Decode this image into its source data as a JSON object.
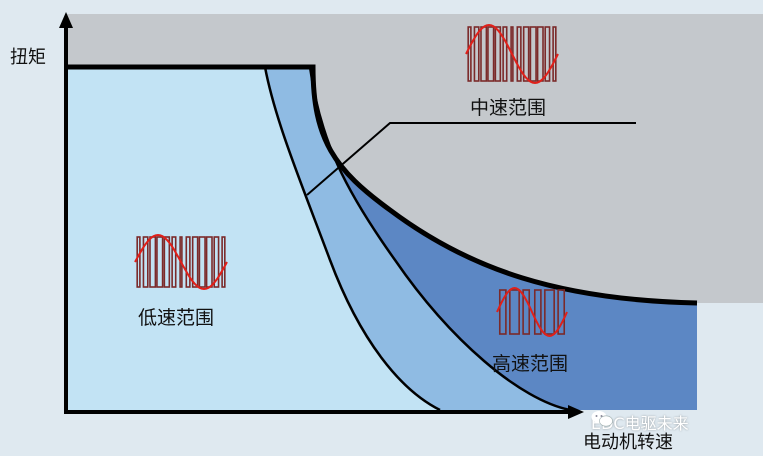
{
  "axes": {
    "y_label": "扭矩",
    "x_label": "电动机转速"
  },
  "regions": {
    "low": {
      "label": "低速范围"
    },
    "mid": {
      "label": "中速范围"
    },
    "high": {
      "label": "高速范围"
    }
  },
  "watermark": {
    "text": "EDC电驱未来"
  },
  "colors": {
    "background": "#dfe9f0",
    "above_curve": "#c4c8cc",
    "low_region": "#c2e3f4",
    "mid_band": "#8fbbe3",
    "high_band": "#5c87c4",
    "outline": "#000000",
    "waveform_bars": "#7b2a2a",
    "waveform_sine": "#e0201a"
  }
}
